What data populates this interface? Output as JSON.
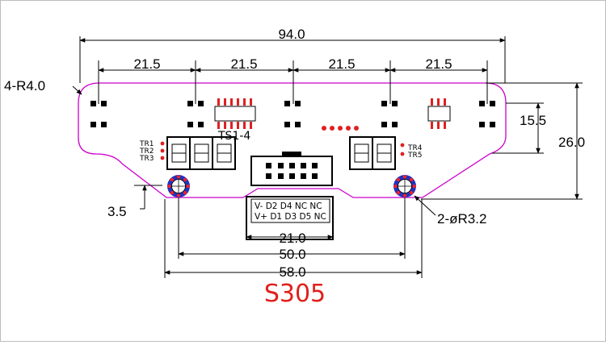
{
  "dimensions": {
    "overall_width": "94.0",
    "pitch_1": "21.5",
    "pitch_2": "21.5",
    "pitch_3": "21.5",
    "pitch_4": "21.5",
    "corner_radius": "4-R4.0",
    "sensor_height": "15.5",
    "overall_height": "26.0",
    "offset": "3.5",
    "hole_spec": "2-øR3.2",
    "connector_width": "21.0",
    "hole_pitch": "50.0",
    "lower_width": "58.0"
  },
  "labels": {
    "sensor_group": "TS1-4",
    "tr1": "TR1",
    "tr2": "TR2",
    "tr3": "TR3",
    "tr4": "TR4",
    "tr5": "TR5",
    "pin_row_top": "V-  D2 D4 NC NC",
    "pin_row_bottom": "V+ D1 D3 D5 NC"
  },
  "model": "S305",
  "colors": {
    "board_outline": "#cc00cc",
    "dimension": "#000000",
    "model_text": "#e0201c",
    "hole_ring": "#2233bb",
    "hole_dots": "#ff2020",
    "smd_pad": "#e02020"
  }
}
